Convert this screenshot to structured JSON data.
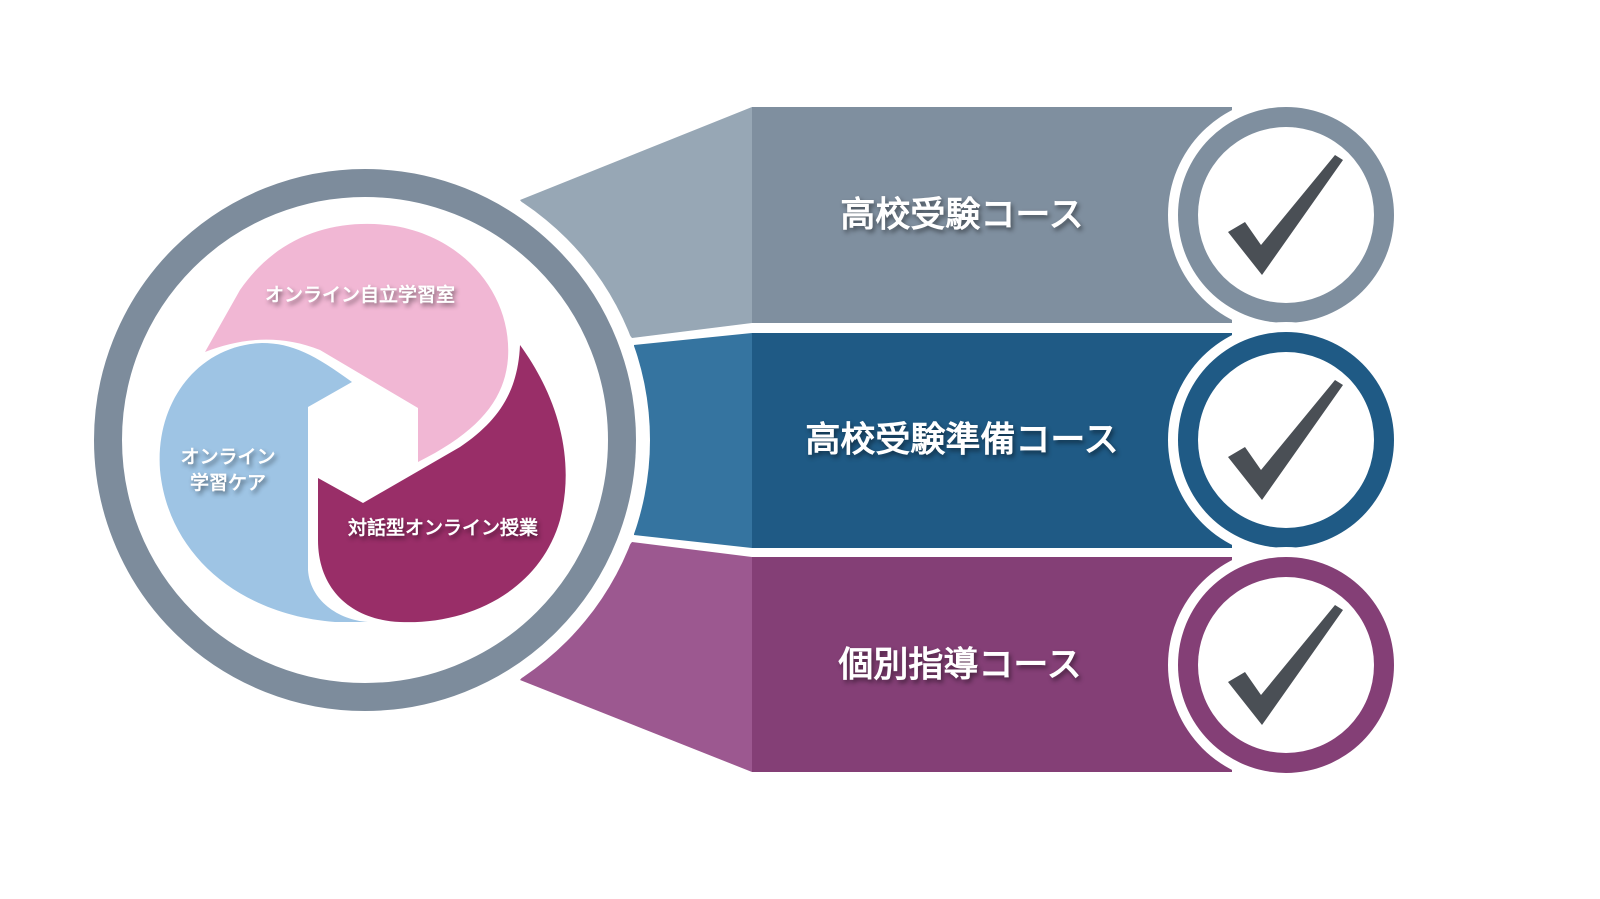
{
  "cycle": {
    "items": [
      {
        "label": "オンライン自立学習室",
        "color": "#f1b7d4"
      },
      {
        "label_line1": "オンライン",
        "label_line2": "学習ケア",
        "color": "#9ec4e4"
      },
      {
        "label": "対話型オンライン授業",
        "color": "#992e68"
      }
    ],
    "ring_color": "#7d8c9c"
  },
  "courses": [
    {
      "label": "高校受験コース",
      "color": "#7f8f9f",
      "light": "#97a7b5",
      "checked": true
    },
    {
      "label": "高校受験準備コース",
      "color": "#1f5a85",
      "light": "#3574a0",
      "checked": true
    },
    {
      "label": "個別指導コース",
      "color": "#843f76",
      "light": "#9c5890",
      "checked": true
    }
  ],
  "check_color": "#4a4f55"
}
